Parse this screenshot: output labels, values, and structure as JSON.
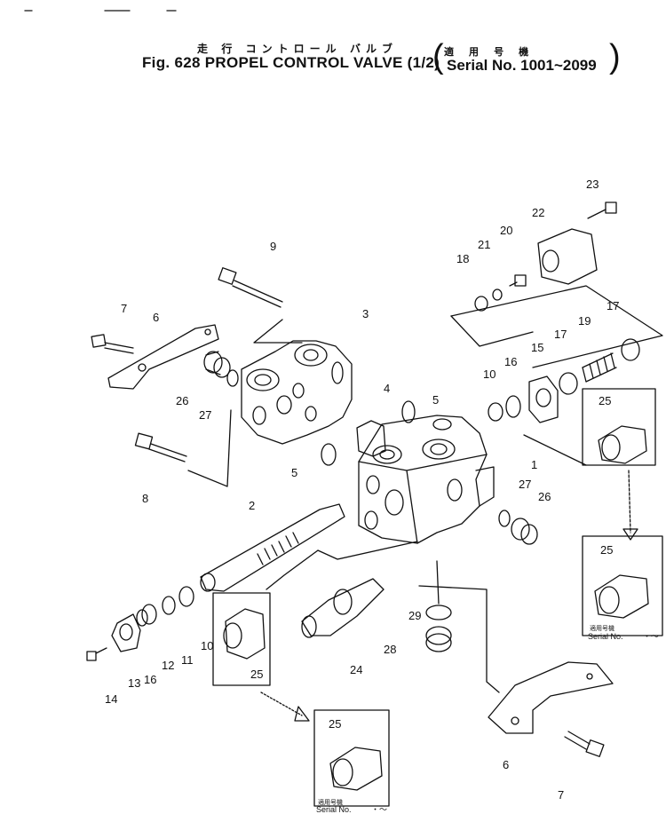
{
  "title": {
    "japanese": "走 行 コントロール バルブ",
    "english": "Fig. 628 PROPEL CONTROL VALVE (1/2)"
  },
  "serial": {
    "japanese": "適 用 号 機",
    "english": "Serial No. 1001~2099"
  },
  "insets": {
    "serial_jp": "適用号機",
    "serial_en": "Serial No.",
    "tilde": "・～"
  },
  "part_labels": [
    "1",
    "2",
    "3",
    "4",
    "5",
    "5",
    "6",
    "6",
    "7",
    "7",
    "8",
    "9",
    "10",
    "10",
    "11",
    "12",
    "13",
    "14",
    "15",
    "16",
    "16",
    "17",
    "17",
    "18",
    "19",
    "20",
    "21",
    "22",
    "23",
    "24",
    "25",
    "25",
    "25",
    "25",
    "26",
    "26",
    "27",
    "27",
    "28",
    "29"
  ]
}
